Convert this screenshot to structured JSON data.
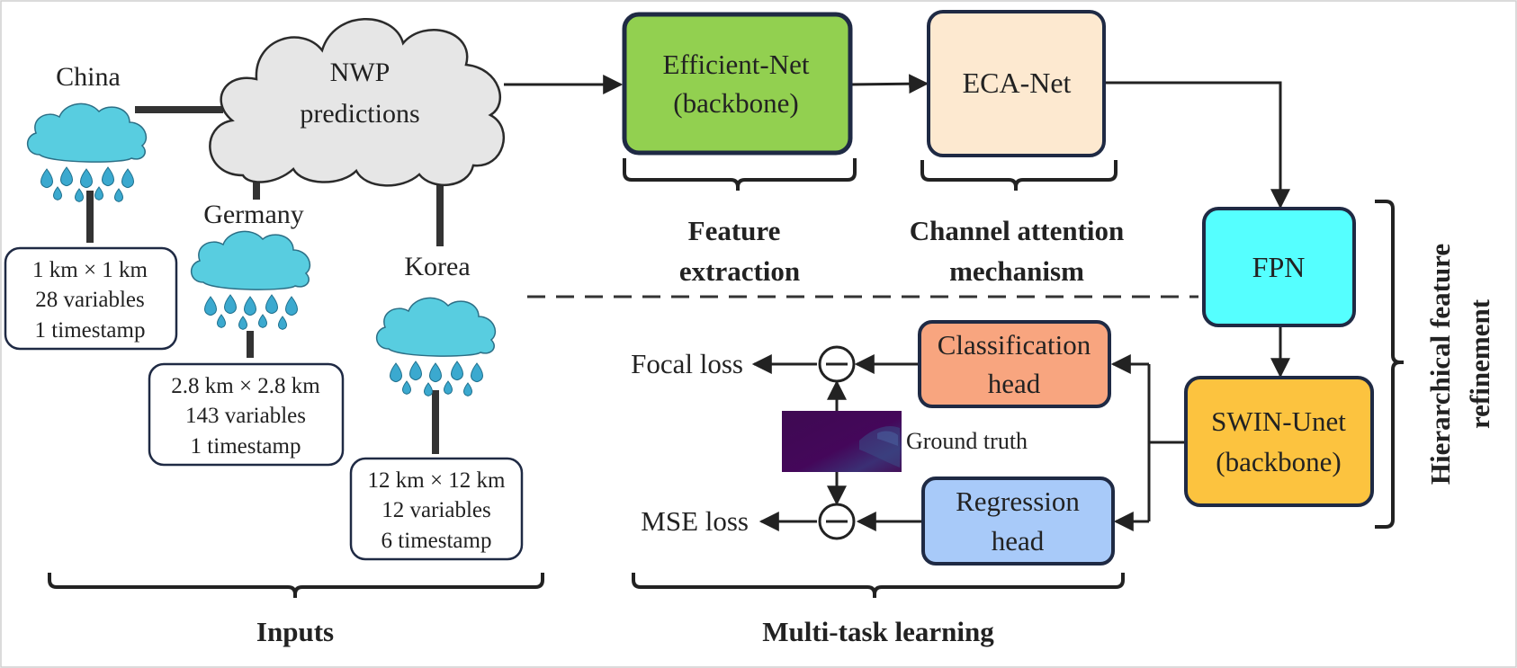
{
  "inputs": {
    "china": {
      "label": "China",
      "info": [
        "1 km × 1 km",
        "28 variables",
        "1 timestamp"
      ]
    },
    "germany": {
      "label": "Germany",
      "info": [
        "2.8 km × 2.8 km",
        "143 variables",
        "1 timestamp"
      ]
    },
    "korea": {
      "label": "Korea",
      "info": [
        "12 km × 12 km",
        "12 variables",
        "6 timestamp"
      ]
    },
    "nwp": [
      "NWP",
      "predictions"
    ],
    "section_label": "Inputs"
  },
  "boxes": {
    "efficientnet": [
      "Efficient-Net",
      "(backbone)"
    ],
    "ecanet": [
      "ECA-Net"
    ],
    "fpn": [
      "FPN"
    ],
    "swin": [
      "SWIN-Unet",
      "(backbone)"
    ],
    "classification": [
      "Classification",
      "head"
    ],
    "regression": [
      "Regression",
      "head"
    ]
  },
  "labels": {
    "feature_extraction": [
      "Feature",
      "extraction"
    ],
    "channel_attention": [
      "Channel attention",
      "mechanism"
    ],
    "hierarchical": [
      "Hierarchical feature",
      "refinement"
    ],
    "focal_loss": "Focal loss",
    "mse_loss": "MSE loss",
    "ground_truth": "Ground truth",
    "multitask": "Multi-task learning"
  },
  "colors": {
    "efficientnet": "#92d050",
    "ecanet": "#fde9d0",
    "fpn": "#55ffff",
    "swin": "#fcc33f",
    "classification": "#f8a57f",
    "regression": "#a8caf9",
    "cloud": "#58cde0",
    "drop": "#3ba9cf",
    "nwp_cloud": "#e6e6e6",
    "box_border": "#1f2a44",
    "line": "#222222"
  }
}
